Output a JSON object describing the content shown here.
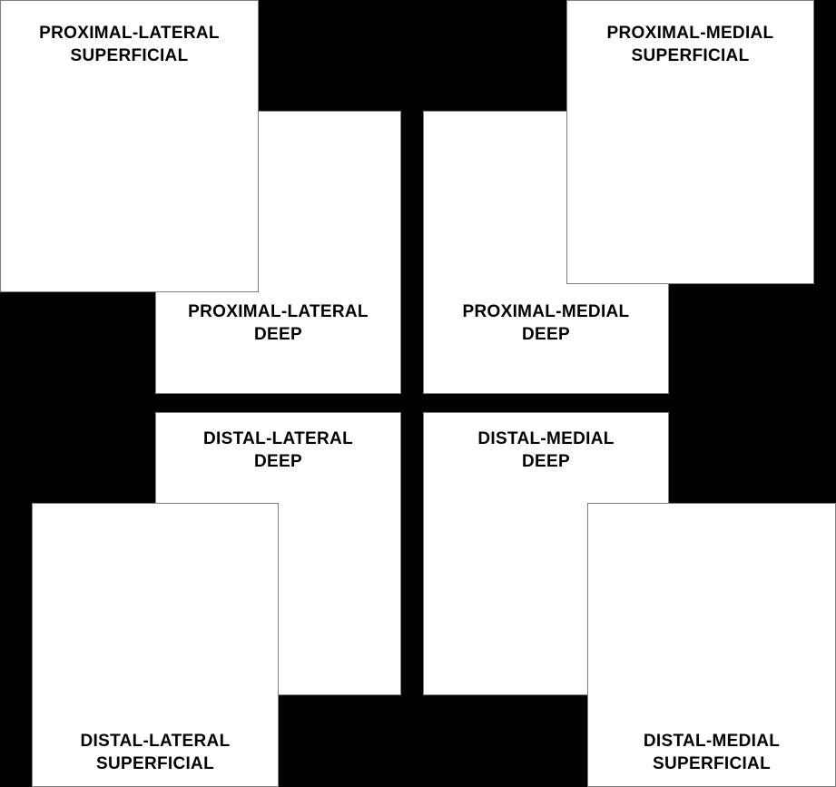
{
  "diagram": {
    "regions": {
      "proximal_lateral_superficial": {
        "line1": "PROXIMAL-LATERAL",
        "line2": "SUPERFICIAL"
      },
      "proximal_medial_superficial": {
        "line1": "PROXIMAL-MEDIAL",
        "line2": "SUPERFICIAL"
      },
      "proximal_lateral_deep": {
        "line1": "PROXIMAL-LATERAL",
        "line2": "DEEP"
      },
      "proximal_medial_deep": {
        "line1": "PROXIMAL-MEDIAL",
        "line2": "DEEP"
      },
      "distal_lateral_deep": {
        "line1": "DISTAL-LATERAL",
        "line2": "DEEP"
      },
      "distal_medial_deep": {
        "line1": "DISTAL-MEDIAL",
        "line2": "DEEP"
      },
      "distal_lateral_superficial": {
        "line1": "DISTAL-LATERAL",
        "line2": "SUPERFICIAL"
      },
      "distal_medial_superficial": {
        "line1": "DISTAL-MEDIAL",
        "line2": "SUPERFICIAL"
      }
    },
    "colors": {
      "background": "#000000",
      "box_fill": "#ffffff",
      "text": "#000000"
    }
  }
}
